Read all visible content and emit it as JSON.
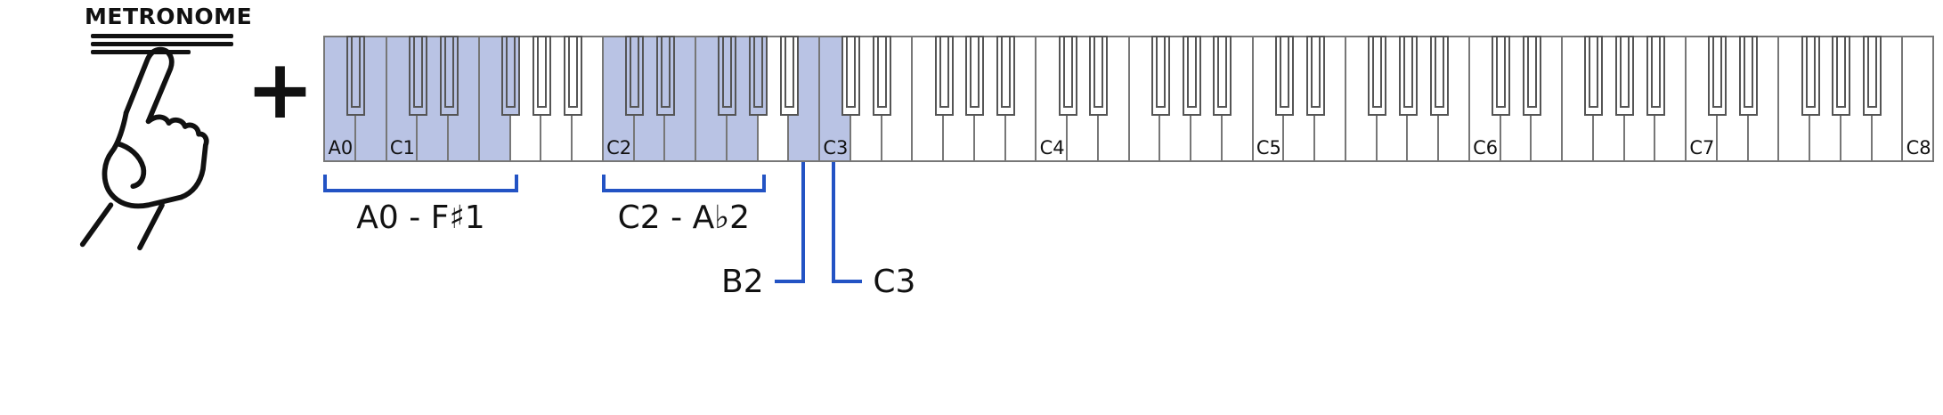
{
  "colors": {
    "highlight": "#b9c3e4",
    "annotation_blue": "#2353c4",
    "key_outline": "#777777",
    "black_key_outline": "#555555",
    "text": "#111111"
  },
  "metronome": {
    "label": "METRONOME"
  },
  "plus_sign": "+",
  "keyboard": {
    "first_key": "A0",
    "last_key": "C8",
    "labeled_keys": [
      "A0",
      "C1",
      "C2",
      "C3",
      "C4",
      "C5",
      "C6",
      "C7",
      "C8"
    ],
    "highlighted_ranges": [
      {
        "from": "A0",
        "to": "F#1"
      },
      {
        "from": "C2",
        "to": "G#2"
      },
      {
        "from": "B2",
        "to": "B2"
      },
      {
        "from": "C3",
        "to": "C3"
      }
    ]
  },
  "annotations": {
    "range_brackets": [
      {
        "label": "A0 - F♯1",
        "from": "A0",
        "to": "F#1"
      },
      {
        "label": "C2 - A♭2",
        "from": "C2",
        "to": "G#2"
      }
    ],
    "key_callouts": [
      {
        "label": "B2",
        "key": "B2",
        "side": "left"
      },
      {
        "label": "C3",
        "key": "C3",
        "side": "right"
      }
    ]
  }
}
